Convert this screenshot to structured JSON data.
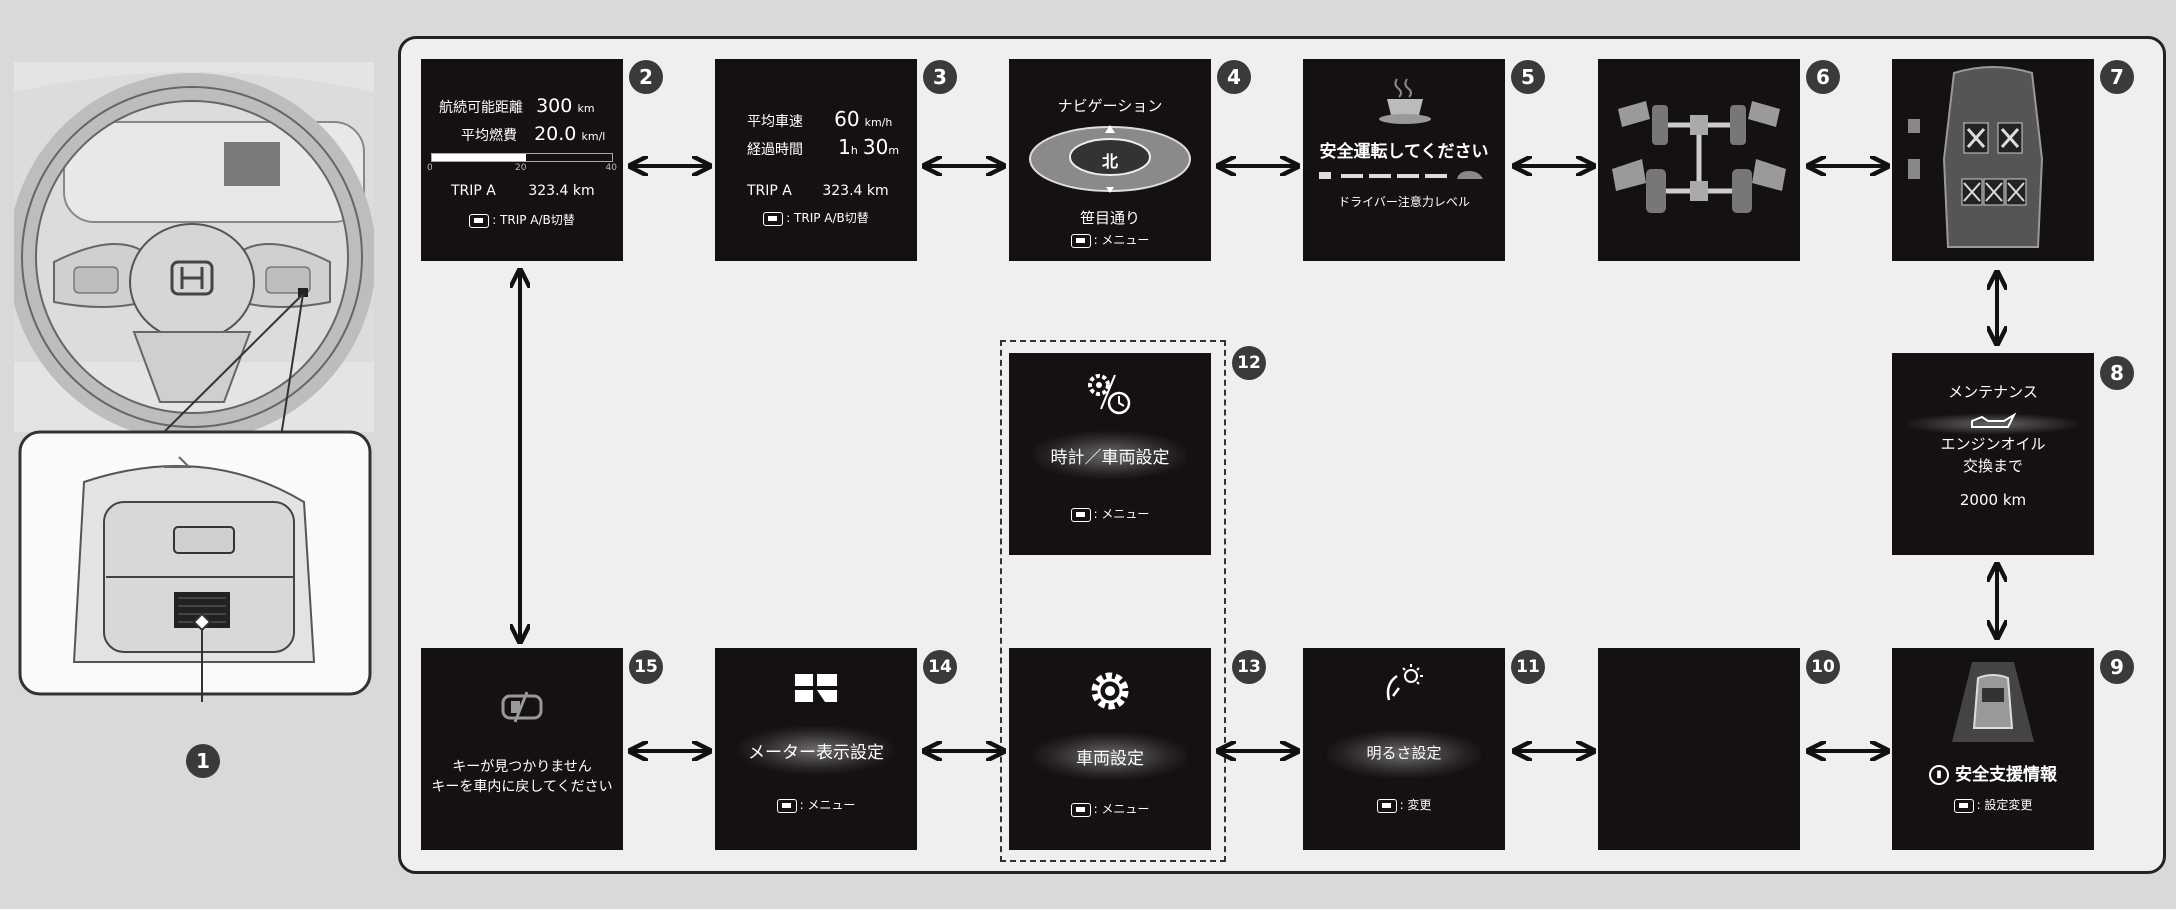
{
  "callout_label": "1",
  "screens": {
    "s2": {
      "num": "2",
      "range_label": "航続可能距離",
      "range_value": "300",
      "range_unit": "km",
      "fuel_label": "平均燃費",
      "fuel_value": "20.0",
      "fuel_unit": "km/l",
      "scale": [
        "0",
        "20",
        "40"
      ],
      "trip_label": "TRIP A",
      "trip_value": "323.4 km",
      "hint": ": TRIP A/B切替"
    },
    "s3": {
      "num": "3",
      "speed_label": "平均車速",
      "speed_value": "60",
      "speed_unit": "km/h",
      "time_label": "経過時間",
      "time_h": "1",
      "time_h_unit": "h",
      "time_m": "30",
      "time_m_unit": "m",
      "trip_label": "TRIP A",
      "trip_value": "323.4 km",
      "hint": ": TRIP A/B切替"
    },
    "s4": {
      "num": "4",
      "title": "ナビゲーション",
      "compass": "北",
      "street": "笹目通り",
      "hint": ": メニュー"
    },
    "s5": {
      "num": "5",
      "title": "安全運転してください",
      "subtitle": "ドライバー注意力レベル"
    },
    "s6": {
      "num": "6"
    },
    "s7": {
      "num": "7"
    },
    "s8": {
      "num": "8",
      "title": "メンテナンス",
      "line1": "エンジンオイル",
      "line2": "交換まで",
      "value": "2000 km"
    },
    "s9": {
      "num": "9",
      "title": "安全支援情報",
      "hint": ": 設定変更"
    },
    "s10": {
      "num": "10"
    },
    "s11": {
      "num": "11",
      "title": "明るさ設定",
      "hint": ": 変更"
    },
    "s12": {
      "num": "12",
      "title": "時計／車両設定",
      "hint": ": メニュー"
    },
    "s13": {
      "num": "13",
      "title": "車両設定",
      "hint": ": メニュー"
    },
    "s14": {
      "num": "14",
      "title": "メーター表示設定",
      "hint": ": メニュー"
    },
    "s15": {
      "num": "15",
      "line1": "キーが見つかりません",
      "line2": "キーを車内に戻してください"
    }
  },
  "colors": {
    "screen_bg": "#151111",
    "frame_bg": "#efefef",
    "arrow": "#111111",
    "badge": "#3a3a3a"
  }
}
